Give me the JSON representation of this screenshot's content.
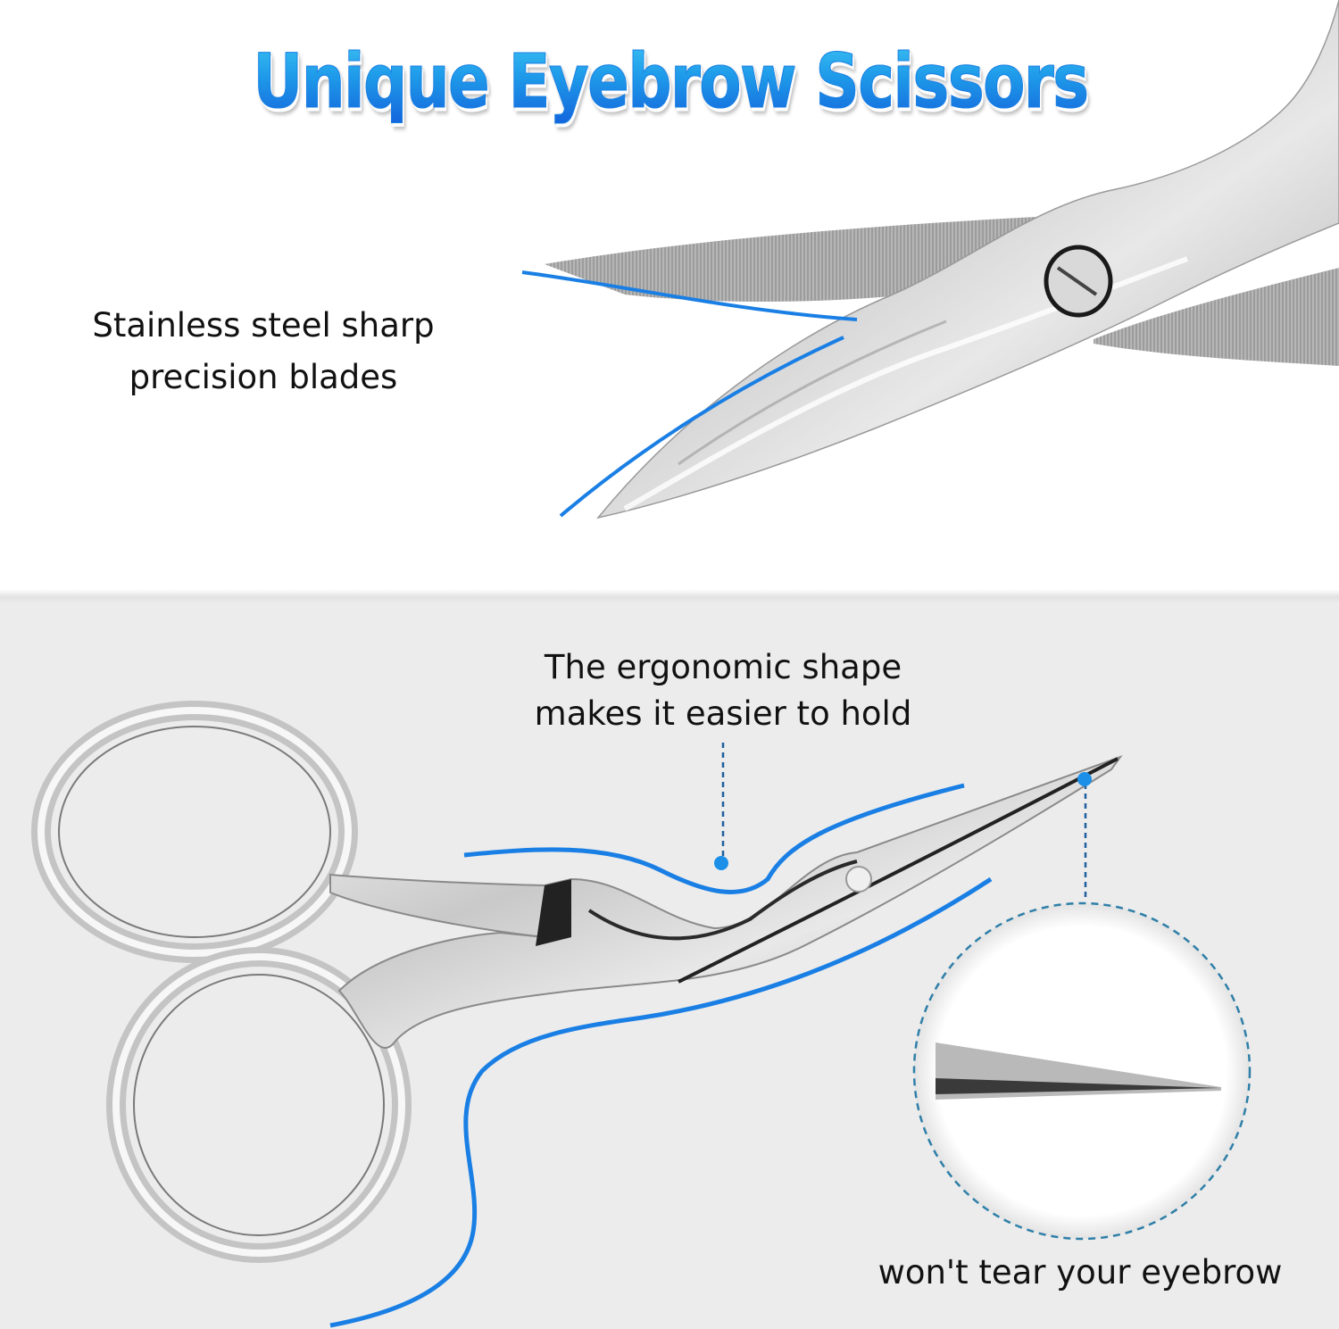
{
  "title": "Unique Eyebrow Scissors",
  "top_panel": {
    "caption_lines": [
      "Stainless steel sharp",
      "precision blades"
    ],
    "image": "close-up of curved stainless steel scissor blades with pivot screw"
  },
  "bottom_panel": {
    "caption_ergonomic_lines": [
      "The ergonomic shape",
      "makes it easier to hold"
    ],
    "caption_tip": "won't tear your eyebrow",
    "image": "stork-shaped eyebrow scissors with blue outline accents and magnified tip inset"
  },
  "colors": {
    "accent_blue": "#1a7fe4",
    "title_top": "#3cc4f3",
    "title_bottom": "#1464dc",
    "bottom_bg": "#ececec",
    "text": "#111111"
  }
}
